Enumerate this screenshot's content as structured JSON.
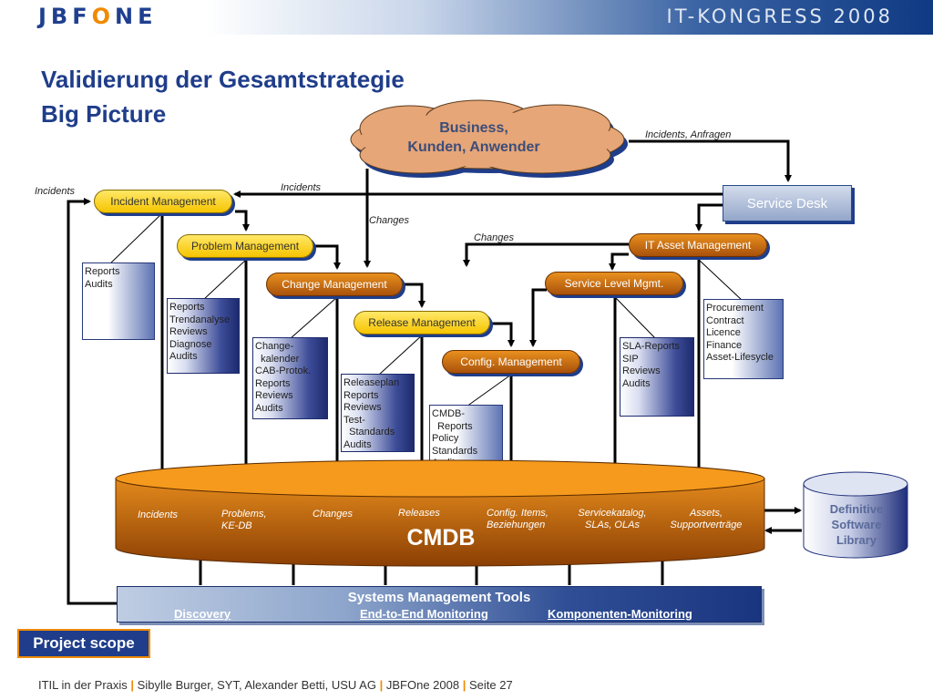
{
  "header": {
    "logo": "JBFONE",
    "congress": "IT-KONGRESS 2008"
  },
  "title_line1": "Validierung der Gesamtstrategie",
  "title_line2": "Big Picture",
  "cloud": {
    "line1": "Business,",
    "line2": "Kunden, Anwender"
  },
  "service_desk": "Service Desk",
  "pills": {
    "incident": "Incident Management",
    "problem": "Problem Management",
    "change": "Change Management",
    "release": "Release Management",
    "config": "Config. Management",
    "asset": "IT Asset Management",
    "slm": "Service Level Mgmt."
  },
  "flow_labels": {
    "incidents_anfragen": "Incidents, Anfragen",
    "incidents_left": "Incidents",
    "incidents_mid": "Incidents",
    "changes1": "Changes",
    "changes2": "Changes"
  },
  "docs": {
    "incident": "Reports\nAudits",
    "problem": "Reports\nTrendanalyse\nReviews\nDiagnose\nAudits",
    "change": "Change-\n  kalender\nCAB-Protok.\nReports\nReviews\nAudits",
    "release": "Releaseplan\nReports\nReviews\nTest-\n  Standards\nAudits",
    "config": "CMDB-\n  Reports\nPolicy\nStandards\nAudits",
    "slm": "SLA-Reports\nSIP\nReviews\nAudits",
    "asset": "Procurement\nContract\nLicence\nFinance\nAsset-Lifesycle"
  },
  "cmdb": {
    "title": "CMDB",
    "labels": {
      "incidents": "Incidents",
      "problems1": "Problems,",
      "problems2": "KE-DB",
      "changes": "Changes",
      "releases": "Releases",
      "config1": "Config. Items,",
      "config2": "Beziehungen",
      "service1": "Servicekatalog,",
      "service2": "SLAs, OLAs",
      "assets1": "Assets,",
      "assets2": "Supportverträge"
    }
  },
  "dsl": {
    "line1": "Definitive",
    "line2": "Software",
    "line3": "Library"
  },
  "smt": {
    "title": "Systems Management Tools",
    "discovery": "Discovery",
    "e2e": "End-to-End Monitoring",
    "komp": "Komponenten-Monitoring"
  },
  "project_scope": "Project scope",
  "footer": {
    "part1": "ITIL in der Praxis",
    "part2": "Sibylle Burger, SYT, Alexander Betti, USU AG",
    "part3": "JBFOne 2008",
    "part4": "Seite 27"
  }
}
